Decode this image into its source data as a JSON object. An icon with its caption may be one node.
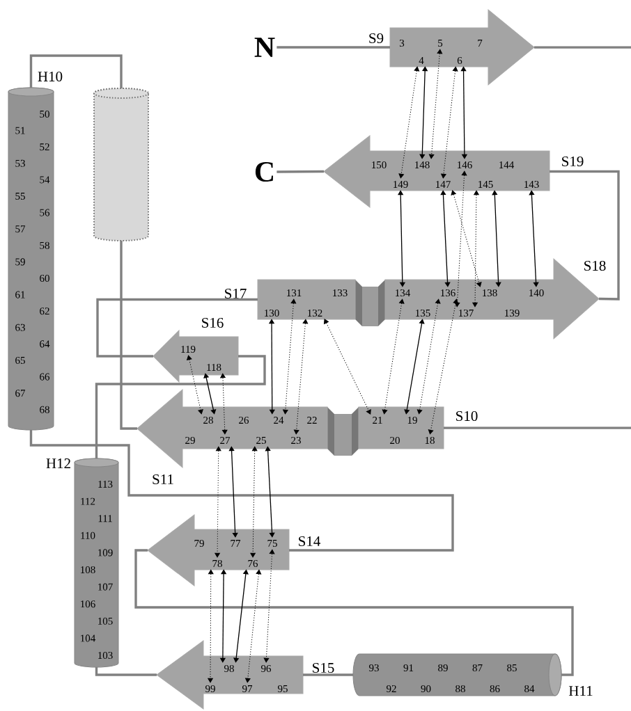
{
  "diagram": {
    "nodes": [
      {
        "text": [
          "N"
        ]
      },
      {
        "text": [
          "S9"
        ]
      },
      {
        "text": [
          "3"
        ],
        "in": 1
      },
      {
        "text": [
          "5"
        ],
        "in": 1
      },
      {
        "text": [
          "7"
        ],
        "in": 1
      },
      {
        "text": [
          "4"
        ],
        "in": 1
      },
      {
        "text": [
          "6"
        ],
        "in": 1
      },
      {
        "text": [
          "C"
        ]
      },
      {
        "text": [
          "S19"
        ]
      },
      {
        "text": [
          "150"
        ],
        "in": 8
      },
      {
        "text": [
          "148"
        ],
        "in": 8
      },
      {
        "text": [
          "146"
        ],
        "in": 8
      },
      {
        "text": [
          "144"
        ],
        "in": 8
      },
      {
        "text": [
          "149"
        ],
        "in": 8
      },
      {
        "text": [
          "147"
        ],
        "in": 8
      },
      {
        "text": [
          "145"
        ],
        "in": 8
      },
      {
        "text": [
          "143"
        ],
        "in": 8
      },
      {
        "text": [
          "H10",
          "50",
          "51",
          "52",
          "53",
          "54",
          "55",
          "56",
          "57",
          "58",
          "59",
          "60",
          "61",
          "62",
          "63",
          "64",
          "65",
          "66",
          "67",
          "68"
        ]
      },
      {
        "text": [],
        "shape": "cylinder"
      },
      {
        "text": [
          "S17"
        ]
      },
      {
        "text": [
          "131"
        ],
        "in": 19
      },
      {
        "text": [
          "133"
        ],
        "in": 19
      },
      {
        "text": [
          "130"
        ],
        "in": 19
      },
      {
        "text": [
          "132"
        ],
        "in": 19
      },
      {
        "text": [
          "S18"
        ]
      },
      {
        "text": [
          "134"
        ],
        "in": 24
      },
      {
        "text": [
          "136"
        ],
        "in": 24
      },
      {
        "text": [
          "138"
        ],
        "in": 24
      },
      {
        "text": [
          "140"
        ],
        "in": 24
      },
      {
        "text": [
          "135"
        ],
        "in": 24
      },
      {
        "text": [
          "137"
        ],
        "in": 24
      },
      {
        "text": [
          "139"
        ],
        "in": 24
      },
      {
        "text": [
          "S16"
        ]
      },
      {
        "text": [
          "119"
        ],
        "in": 32
      },
      {
        "text": [
          "118"
        ],
        "in": 32
      },
      {
        "text": [
          "S11"
        ]
      },
      {
        "text": [
          "28"
        ],
        "in": 35
      },
      {
        "text": [
          "26"
        ],
        "in": 35
      },
      {
        "text": [
          "24"
        ],
        "in": 35
      },
      {
        "text": [
          "22"
        ],
        "in": 35
      },
      {
        "text": [
          "29"
        ],
        "in": 35
      },
      {
        "text": [
          "27"
        ],
        "in": 35
      },
      {
        "text": [
          "25"
        ],
        "in": 35
      },
      {
        "text": [
          "23"
        ],
        "in": 35
      },
      {
        "text": [
          "S10"
        ]
      },
      {
        "text": [
          "21"
        ],
        "in": 44
      },
      {
        "text": [
          "19"
        ],
        "in": 44
      },
      {
        "text": [
          "20"
        ],
        "in": 44
      },
      {
        "text": [
          "18"
        ],
        "in": 44
      },
      {
        "text": [
          "H12",
          "113",
          "112",
          "111",
          "110",
          "109",
          "108",
          "107",
          "106",
          "105",
          "104",
          "103"
        ]
      },
      {
        "text": [
          "S14"
        ]
      },
      {
        "text": [
          "79"
        ],
        "in": 50
      },
      {
        "text": [
          "77"
        ],
        "in": 50
      },
      {
        "text": [
          "75"
        ],
        "in": 50
      },
      {
        "text": [
          "78"
        ],
        "in": 50
      },
      {
        "text": [
          "76"
        ],
        "in": 50
      },
      {
        "text": [
          "S15"
        ]
      },
      {
        "text": [
          "98"
        ],
        "in": 56
      },
      {
        "text": [
          "96"
        ],
        "in": 56
      },
      {
        "text": [
          "99"
        ],
        "in": 56
      },
      {
        "text": [
          "97"
        ],
        "in": 56
      },
      {
        "text": [
          "95"
        ],
        "in": 56
      },
      {
        "text": [
          "93",
          "91",
          "89",
          "87",
          "85",
          "92",
          "90",
          "88",
          "86",
          "84",
          "H11"
        ]
      }
    ],
    "edges": [
      {
        "from": 0,
        "to": 1,
        "arrow": "none",
        "style": "thick",
        "color": "#808080"
      },
      {
        "from": 1,
        "to": null,
        "arrow": "none",
        "style": "thick",
        "color": "#808080"
      },
      {
        "from": null,
        "to": 44,
        "arrow": "none",
        "style": "thick",
        "color": "#808080"
      },
      {
        "from": 35,
        "to": 18,
        "arrow": "none",
        "style": "thick",
        "color": "#808080"
      },
      {
        "from": 18,
        "to": 17,
        "arrow": "none",
        "style": "thick",
        "color": "#808080"
      },
      {
        "from": 17,
        "to": 50,
        "arrow": "none",
        "style": "thick",
        "color": "#808080"
      },
      {
        "from": 50,
        "to": 62,
        "arrow": "none",
        "style": "thick",
        "color": "#808080"
      },
      {
        "from": 62,
        "to": 56,
        "arrow": "none",
        "style": "thick",
        "color": "#808080"
      },
      {
        "from": 56,
        "to": 49,
        "arrow": "none",
        "style": "thick",
        "color": "#808080"
      },
      {
        "from": 49,
        "to": 32,
        "arrow": "none",
        "style": "thick",
        "color": "#808080"
      },
      {
        "from": 32,
        "to": 19,
        "arrow": "none",
        "style": "thick",
        "color": "#808080"
      },
      {
        "from": 24,
        "to": 8,
        "arrow": "none",
        "style": "thick",
        "color": "#808080"
      },
      {
        "from": 8,
        "to": 7,
        "arrow": "none",
        "style": "thick",
        "color": "#808080"
      },
      {
        "from": 5,
        "to": 13,
        "arrow": "both",
        "style": "dashed"
      },
      {
        "from": 5,
        "to": 10,
        "arrow": "both"
      },
      {
        "from": 3,
        "to": 10,
        "arrow": "both",
        "style": "dashed"
      },
      {
        "from": 6,
        "to": 14,
        "arrow": "both",
        "style": "dashed"
      },
      {
        "from": 6,
        "to": 11,
        "arrow": "both"
      },
      {
        "from": 13,
        "to": 25,
        "arrow": "both"
      },
      {
        "from": 14,
        "to": 26,
        "arrow": "both"
      },
      {
        "from": 15,
        "to": 27,
        "arrow": "both"
      },
      {
        "from": 16,
        "to": 28,
        "arrow": "both"
      },
      {
        "from": 14,
        "to": 27,
        "arrow": "both",
        "style": "dashed"
      },
      {
        "from": 15,
        "to": 30,
        "arrow": "both",
        "style": "dashed"
      },
      {
        "from": 11,
        "to": 30,
        "arrow": "both",
        "style": "dashed"
      },
      {
        "from": 22,
        "to": 38,
        "arrow": "both"
      },
      {
        "from": 20,
        "to": 38,
        "arrow": "both",
        "style": "dashed"
      },
      {
        "from": 23,
        "to": 43,
        "arrow": "both",
        "style": "dashed"
      },
      {
        "from": 23,
        "to": 45,
        "arrow": "both",
        "style": "dashed"
      },
      {
        "from": 25,
        "to": 45,
        "arrow": "both",
        "style": "dashed"
      },
      {
        "from": 29,
        "to": 46,
        "arrow": "both"
      },
      {
        "from": 26,
        "to": 46,
        "arrow": "both",
        "style": "dashed"
      },
      {
        "from": 26,
        "to": 48,
        "arrow": "both",
        "style": "dashed"
      },
      {
        "from": 33,
        "to": 36,
        "arrow": "both",
        "style": "dashed"
      },
      {
        "from": 34,
        "to": 36,
        "arrow": "both"
      },
      {
        "from": 34,
        "to": 41,
        "arrow": "both",
        "style": "dashed"
      },
      {
        "from": 41,
        "to": 54,
        "arrow": "both",
        "style": "dashed"
      },
      {
        "from": 41,
        "to": 52,
        "arrow": "both"
      },
      {
        "from": 42,
        "to": 55,
        "arrow": "both",
        "style": "dashed"
      },
      {
        "from": 42,
        "to": 53,
        "arrow": "both"
      },
      {
        "from": 54,
        "to": 59,
        "arrow": "both",
        "style": "dashed"
      },
      {
        "from": 54,
        "to": 57,
        "arrow": "both"
      },
      {
        "from": 55,
        "to": 57,
        "arrow": "both"
      },
      {
        "from": 55,
        "to": 60,
        "arrow": "both",
        "style": "dashed"
      },
      {
        "from": 53,
        "to": 58,
        "arrow": "both",
        "style": "dashed"
      }
    ]
  }
}
